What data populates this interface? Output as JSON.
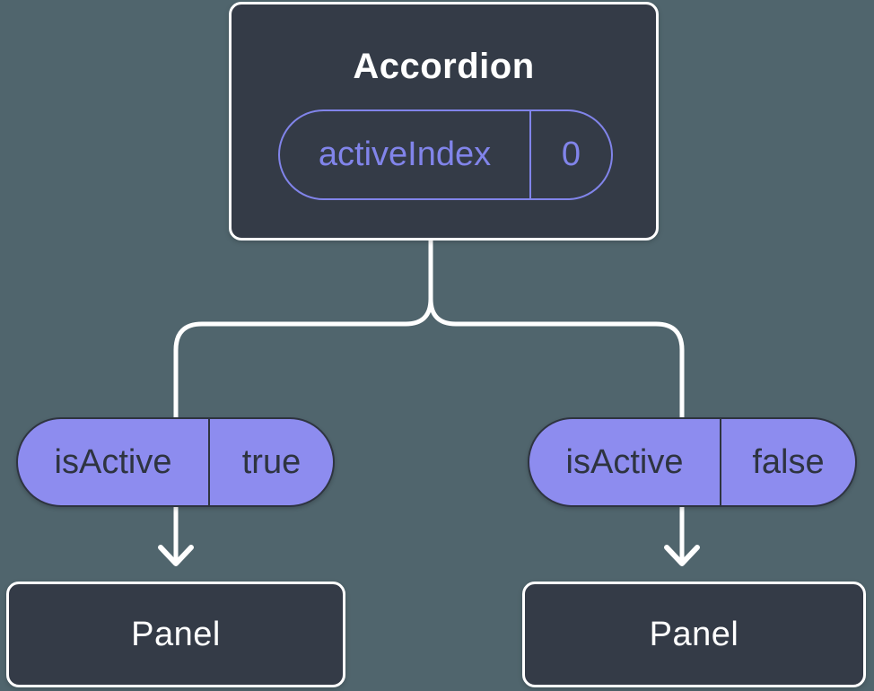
{
  "colors": {
    "bg": "#50656D",
    "node": "#343B47",
    "purple": "#8D8CEF",
    "purple-line": "#8184EA",
    "ink": "#2E3440",
    "white": "#FFFFFF"
  },
  "root": {
    "title": "Accordion",
    "state": {
      "name": "activeIndex",
      "value": "0"
    }
  },
  "children": [
    {
      "prop": {
        "name": "isActive",
        "value": "true"
      },
      "node": "Panel"
    },
    {
      "prop": {
        "name": "isActive",
        "value": "false"
      },
      "node": "Panel"
    }
  ]
}
